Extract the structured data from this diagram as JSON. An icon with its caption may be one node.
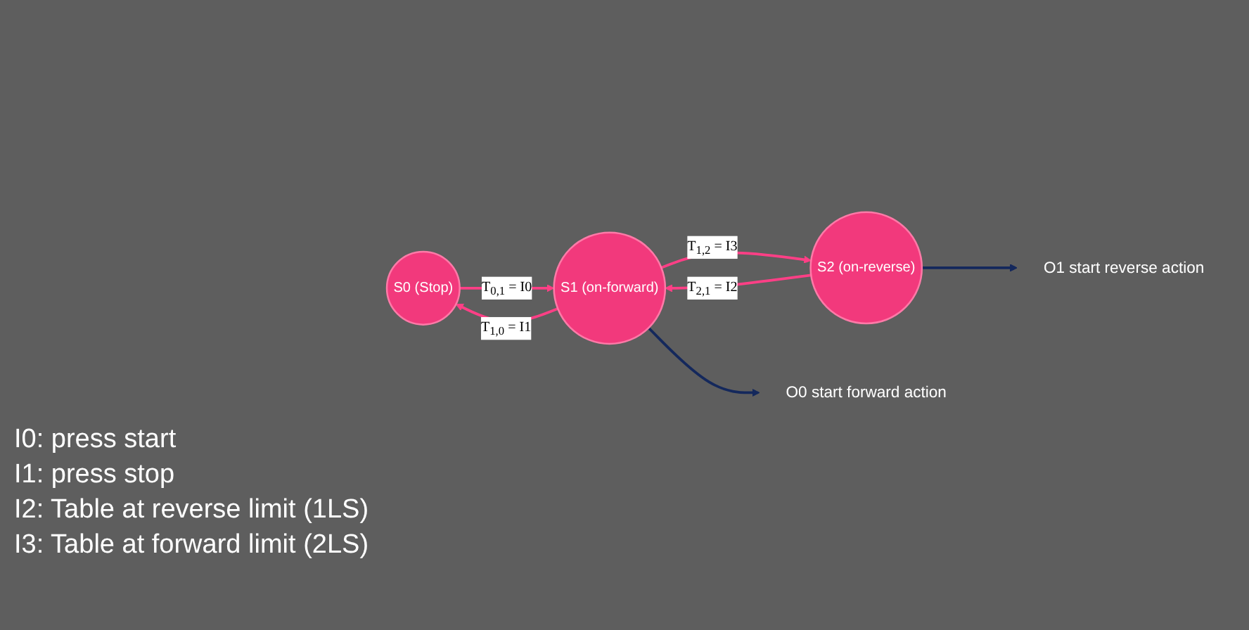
{
  "diagram": {
    "nodes": [
      {
        "text": [
          "S0 (Stop)"
        ]
      },
      {
        "text": [
          "S1 (on-forward)"
        ]
      },
      {
        "text": [
          "S2 (on-reverse)"
        ]
      },
      {
        "text": [
          "O0 start forward action"
        ]
      },
      {
        "text": [
          "O1 start reverse action"
        ]
      }
    ],
    "edges": [
      {
        "from": 0,
        "to": 1,
        "arrow": "to",
        "label": "T$_{0,1}$ = I0"
      },
      {
        "from": 1,
        "to": 0,
        "arrow": "to",
        "label": "T$_{1,0}$ = I1"
      },
      {
        "from": 1,
        "to": 2,
        "arrow": "to",
        "label": "T$_{1,2}$ = I3"
      },
      {
        "from": 2,
        "to": 1,
        "arrow": "to",
        "label": "T$_{2,1}$ = I2"
      },
      {
        "from": 1,
        "to": 3,
        "arrow": "to",
        "color": "#14285c"
      },
      {
        "from": 2,
        "to": 4,
        "arrow": "to",
        "color": "#14285c"
      }
    ],
    "labels": [
      "I0: press start",
      "I1: press stop",
      "I2: Table at reverse limit (1LS)",
      "I3: Table at forward limit (2LS)"
    ]
  }
}
